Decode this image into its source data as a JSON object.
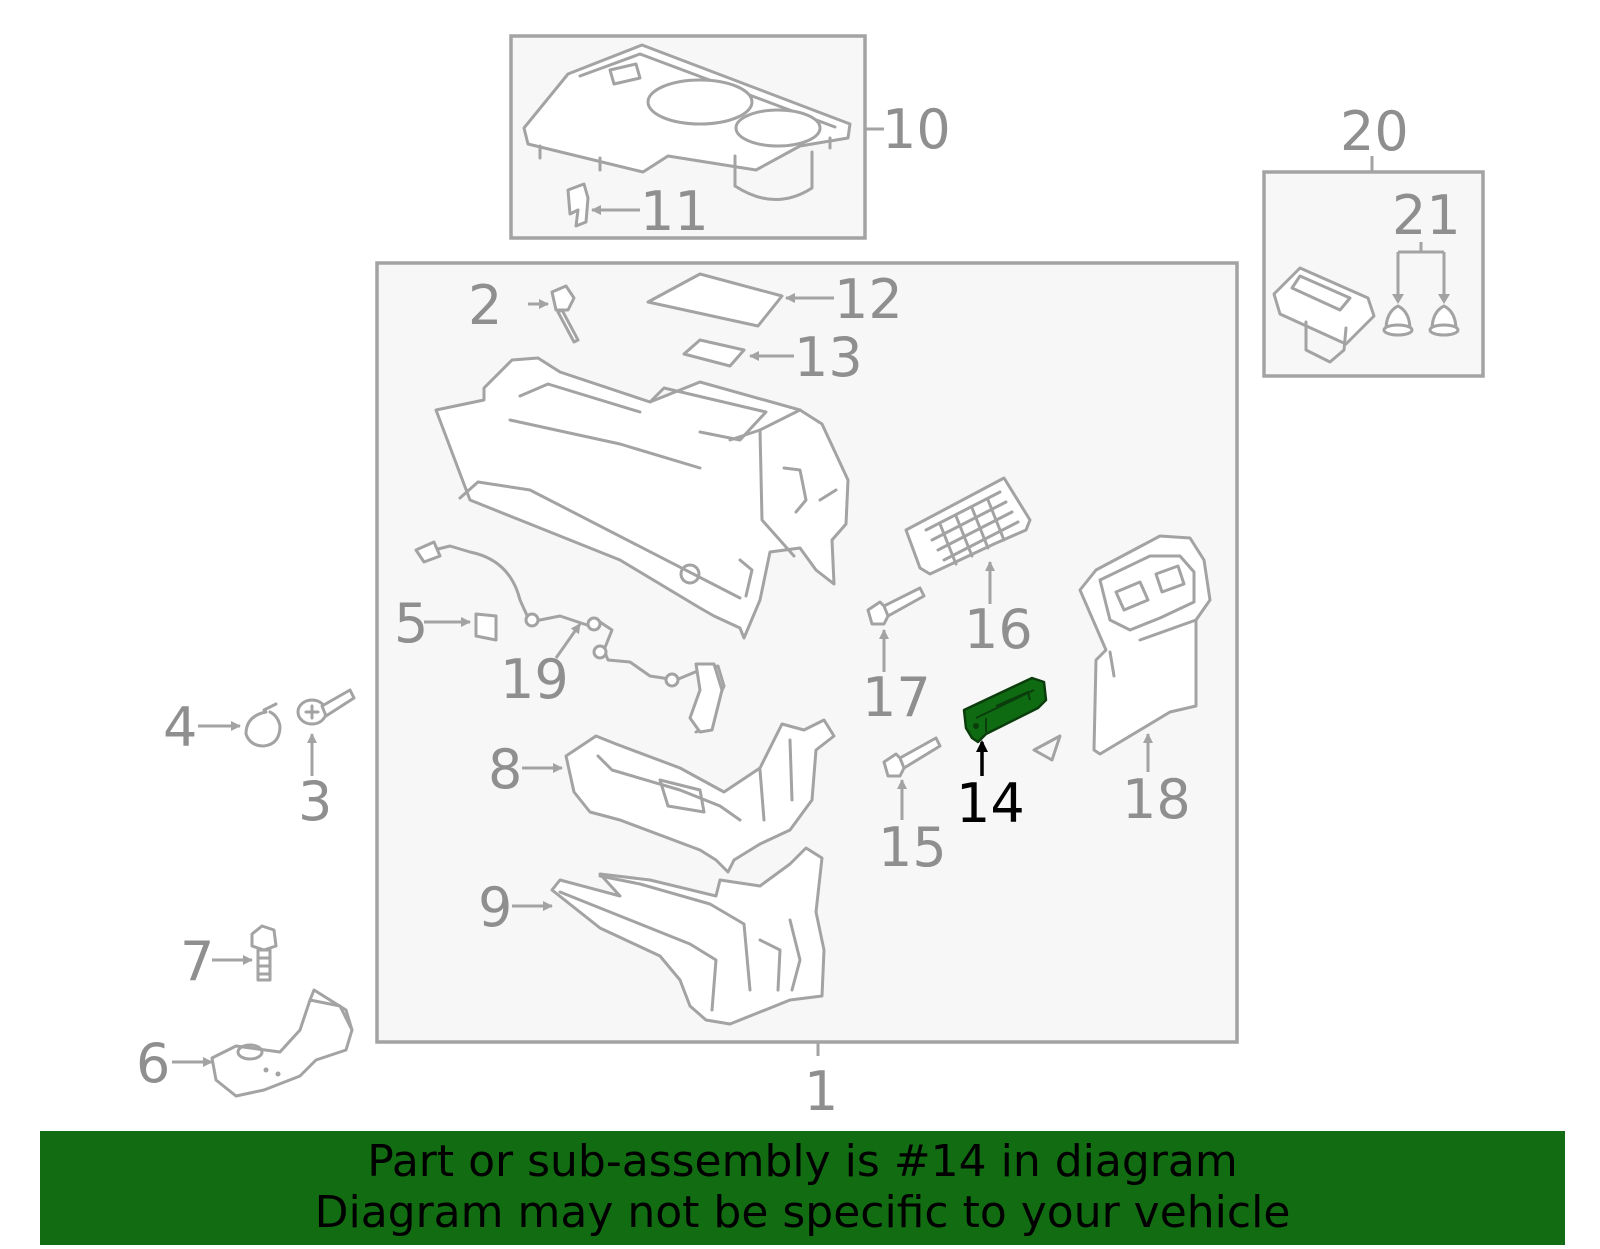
{
  "diagram": {
    "highlight_color": "#126c12",
    "highlighted_part": "14",
    "callouts": [
      "1",
      "2",
      "3",
      "4",
      "5",
      "6",
      "7",
      "8",
      "9",
      "10",
      "11",
      "12",
      "13",
      "14",
      "15",
      "16",
      "17",
      "18",
      "19",
      "20",
      "21"
    ]
  },
  "banner": {
    "line1": "Part or sub-assembly is #14 in diagram",
    "line2": "Diagram may not be specific to your vehicle"
  }
}
